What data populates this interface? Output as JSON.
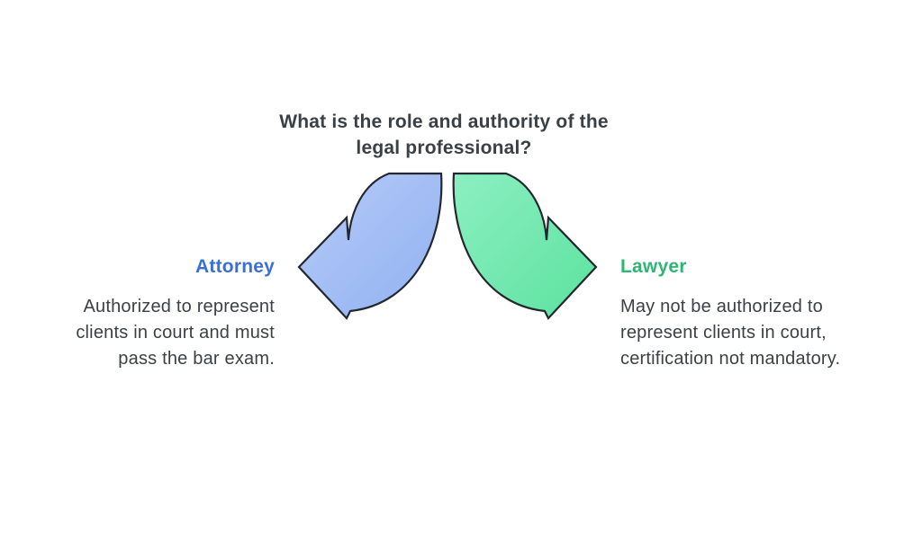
{
  "title": "What is the role and authority of the\nlegal professional?",
  "left_branch": {
    "label": "Attorney",
    "label_color": "#3a70d6",
    "description": "Authorized to represent\nclients in court and must\npass the bar exam.",
    "arrow_fill_start": "#b7cbf8",
    "arrow_fill_end": "#90b1f1"
  },
  "right_branch": {
    "label": "Lawyer",
    "label_color": "#2bb673",
    "description": "May not be authorized to\nrepresent clients in court,\ncertification not mandatory.",
    "arrow_fill_start": "#8cefc0",
    "arrow_fill_end": "#5ce2a0"
  },
  "colors": {
    "background": "#ffffff",
    "text": "#3b4045",
    "arrow_outline": "#23282e"
  }
}
